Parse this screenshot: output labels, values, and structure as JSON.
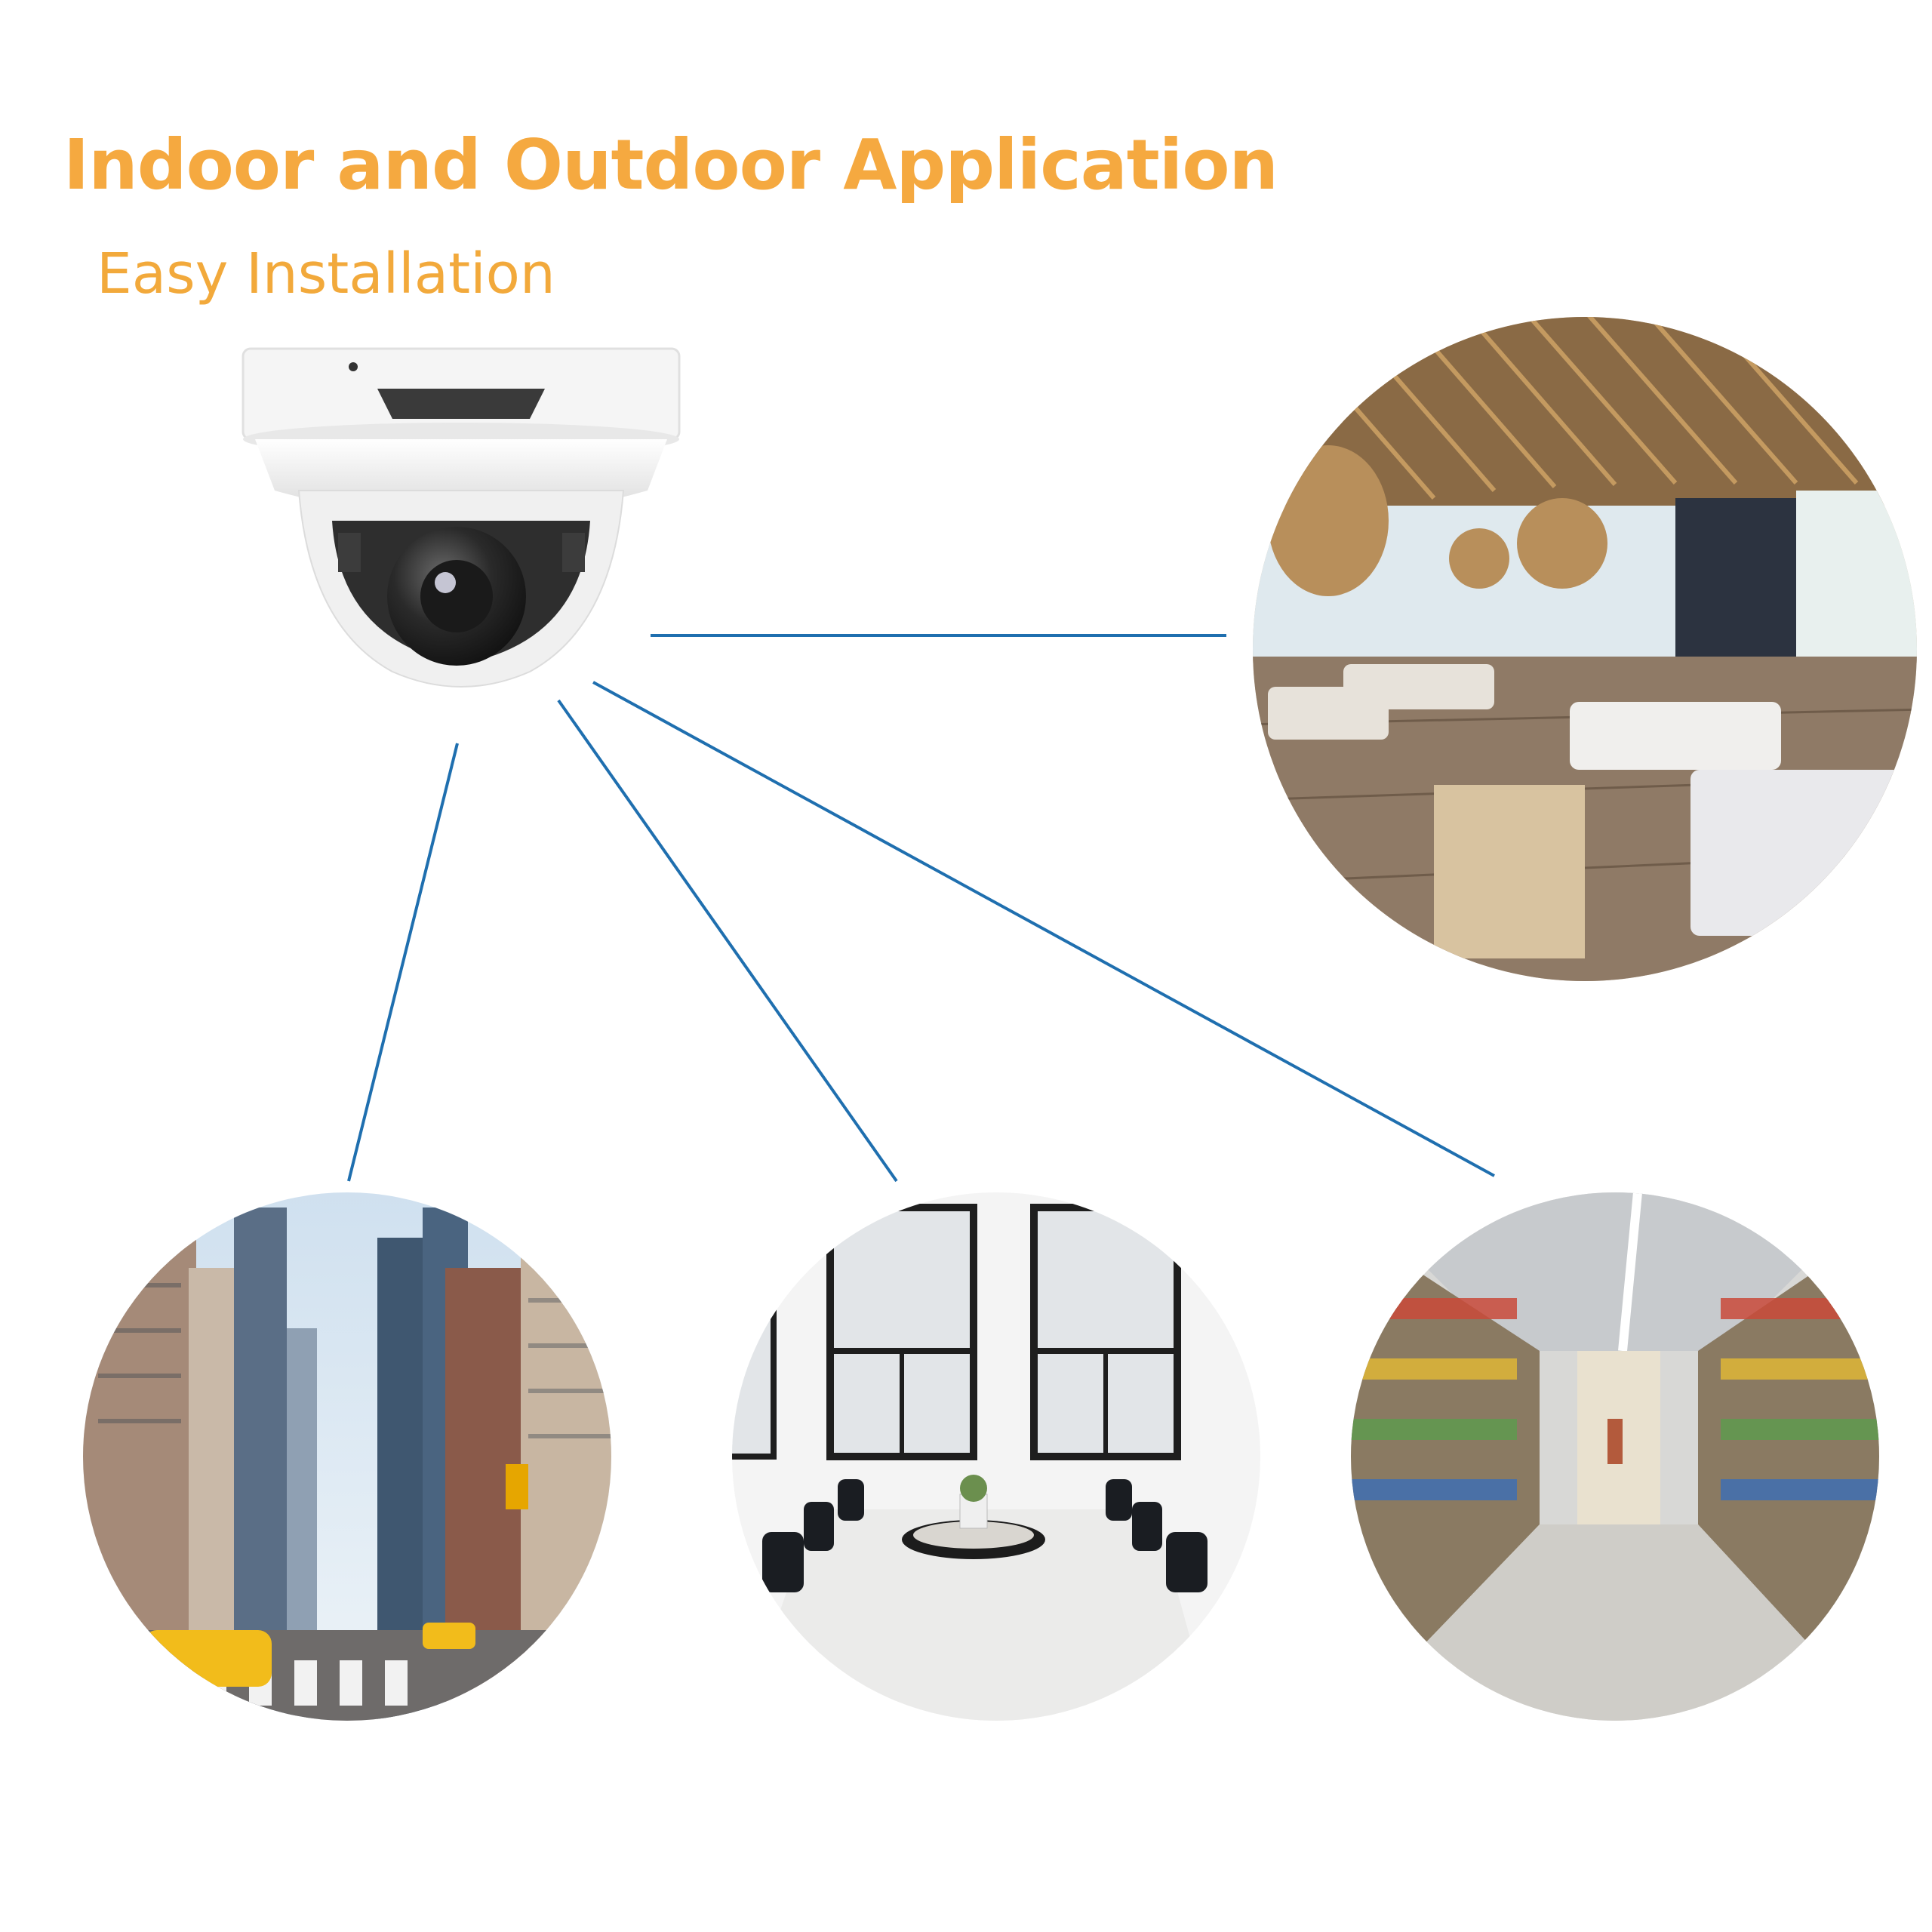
{
  "header": {
    "title": "Indoor and Outdoor Application",
    "subtitle": "Easy Installation"
  },
  "colors": {
    "title": "#F5A940",
    "subtitle": "#F2A93B",
    "connector": "#1F6FAF",
    "camera_body": "#F2F2F2",
    "camera_dark": "#2B2B2B"
  },
  "icons": {
    "camera": "dome-camera-icon",
    "scene_lounge": "lounge-photo",
    "scene_street": "city-street-photo",
    "scene_meeting": "meeting-room-photo",
    "scene_store": "supermarket-aisle-photo"
  }
}
